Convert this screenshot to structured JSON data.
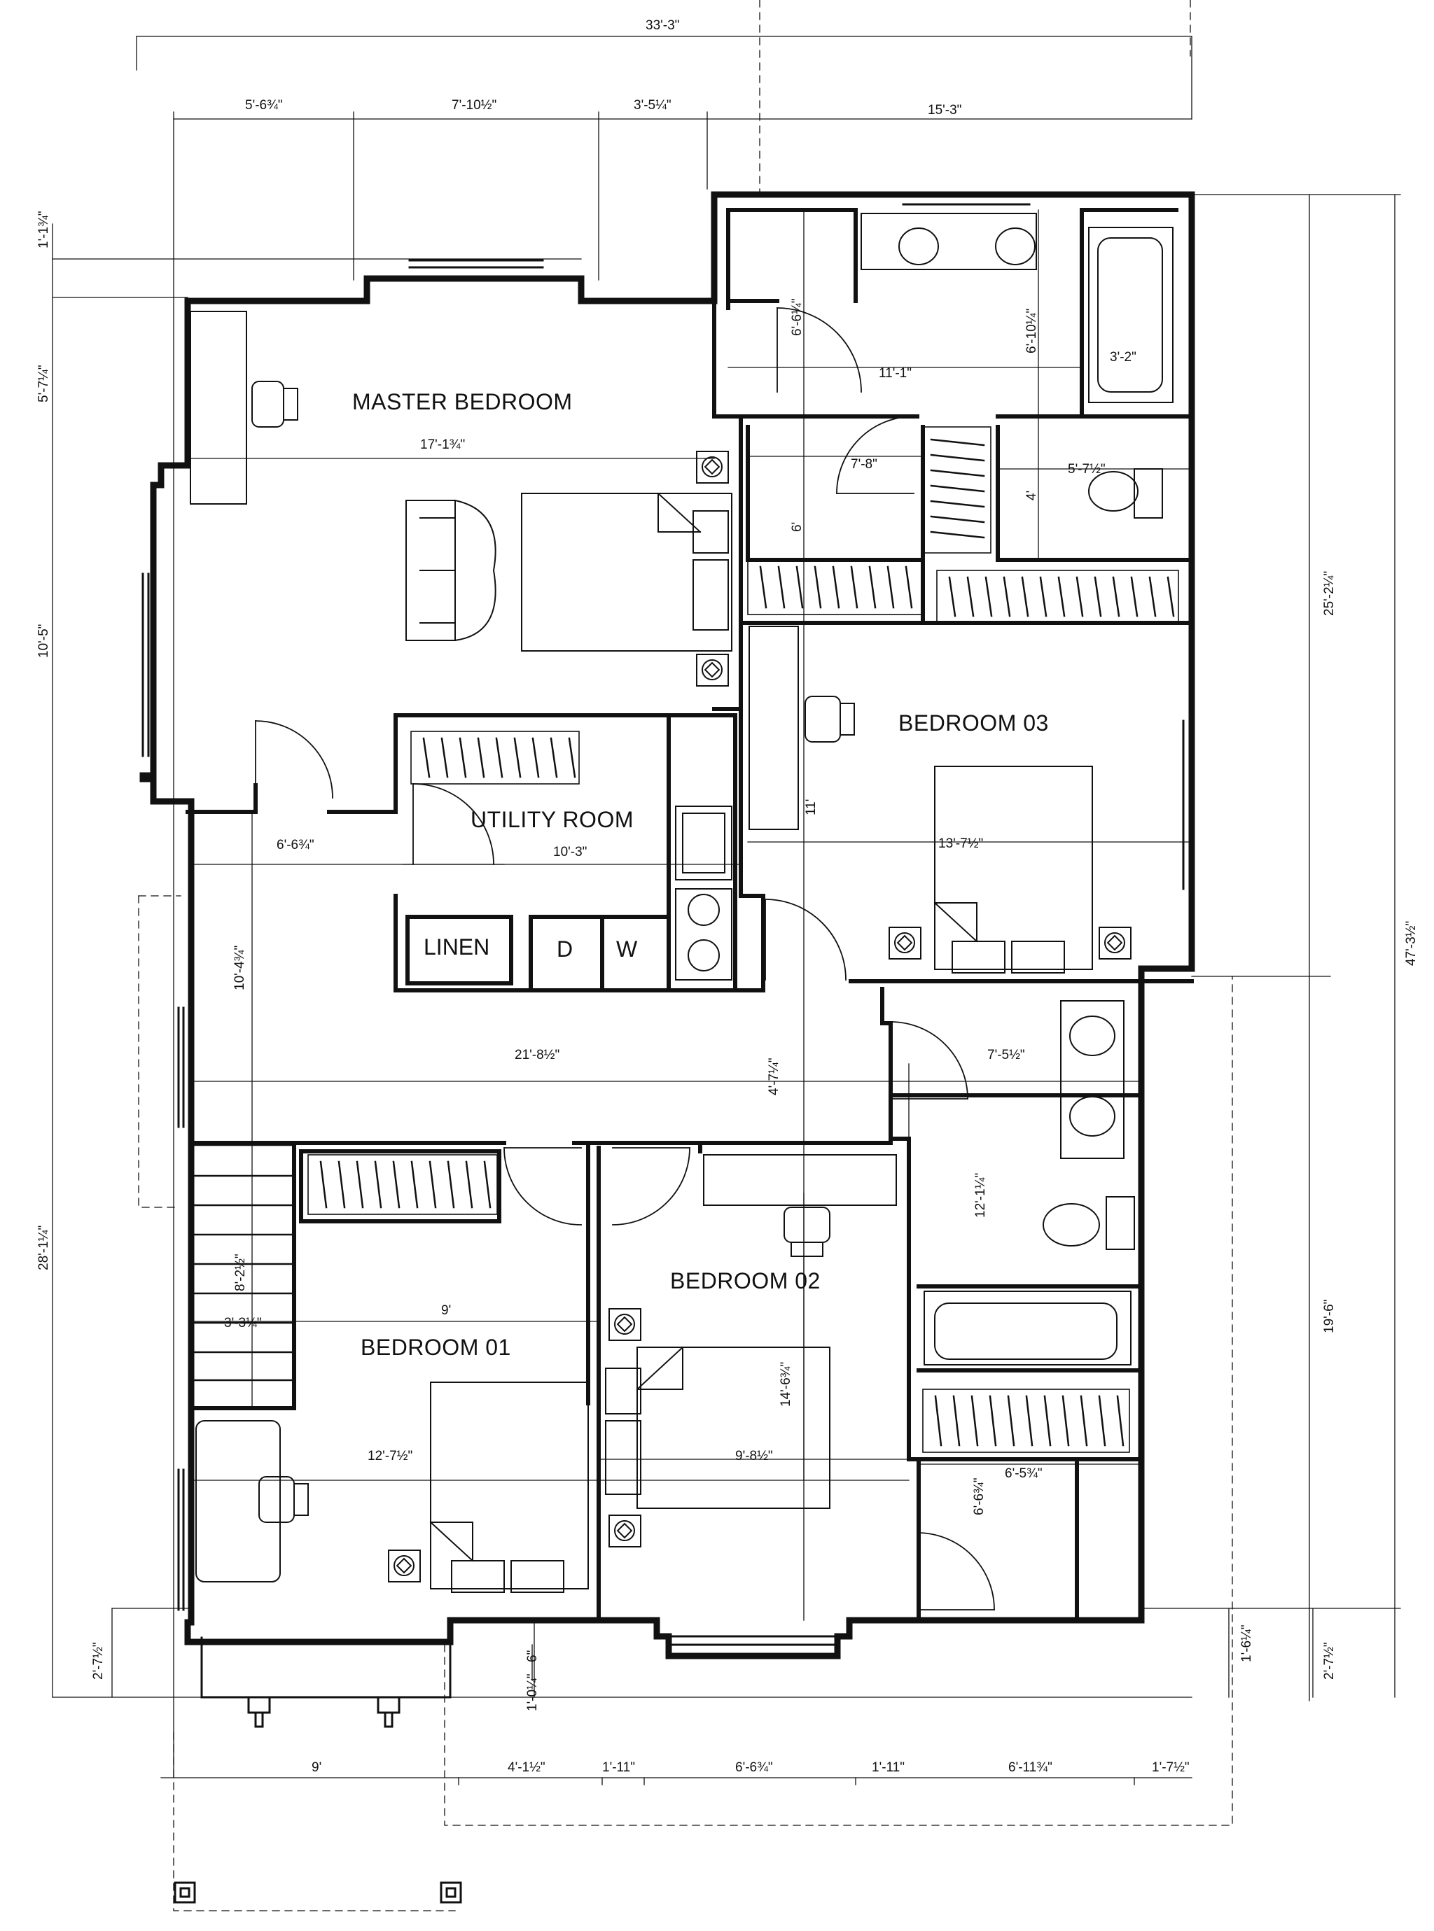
{
  "rooms": {
    "master": "MASTER BEDROOM",
    "bed03": "BEDROOM  03",
    "utility": "UTILITY ROOM",
    "bed02": "BEDROOM  02",
    "bed01": "BEDROOM  01",
    "linen": "LINEN",
    "dryer": "D",
    "washer": "W"
  },
  "dims": {
    "top_overall": "33'-3\"",
    "top_a": "5'-6¾\"",
    "top_b": "7'-10½\"",
    "top_c": "3'-5¼\"",
    "top_d": "15'-3\"",
    "master_w": "17'-1¾\"",
    "bath_w": "11'-1\"",
    "vanity_h": "6'-6¼\"",
    "bath_h": "6'-10¼\"",
    "tub_w": "3'-2\"",
    "wc_h": "5'-7½\"",
    "wic_w": "7'-8\"",
    "wic_h": "6'",
    "four": "4'",
    "bed03_h": "11'",
    "bed03_w": "13'-7½\"",
    "utility_w": "10'-3\"",
    "hall_a": "6'-6¾\"",
    "hall_h": "10'-4¾\"",
    "corridor_w": "21'-8½\"",
    "corridor_h": "4'-7¼\"",
    "bath2_w": "7'-5½\"",
    "bath2_h": "12'-1¼\"",
    "stair_a": "8'-2½\"",
    "stair_b": "3'-3¼\"",
    "bed01_depth": "9'",
    "bed01_w": "12'-7½\"",
    "bed02_h": "14'-6¾\"",
    "bed02_w": "9'-8½\"",
    "closet_a": "6'-6¾\"",
    "closet_b": "6'-5¾\"",
    "left_a": "1'-1¾\"",
    "left_b": "5'-7¼\"",
    "left_c": "10'-5\"",
    "left_d": "28'-1¼\"",
    "left_e": "2'-7½\"",
    "right_a": "25'-2¼\"",
    "right_b": "47'-3½\"",
    "right_c": "19'-6\"",
    "right_d": "1'-6¼\"",
    "right_e": "2'-7½\"",
    "bay_a": "6\"",
    "bay_b": "1'-0¼\"",
    "bot_a": "9'",
    "bot_b": "4'-1½\"",
    "bot_c": "1'-11\"",
    "bot_d": "6'-6¾\"",
    "bot_e": "1'-11\"",
    "bot_f": "6'-11¾\"",
    "bot_g": "1'-7½\""
  }
}
